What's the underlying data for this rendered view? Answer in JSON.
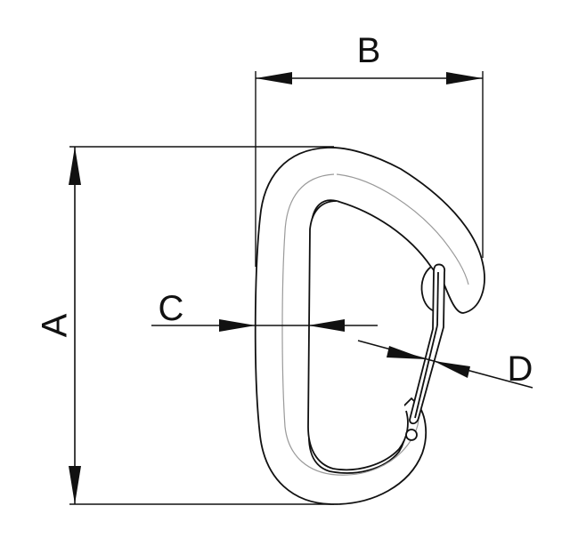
{
  "labels": {
    "a": "A",
    "b": "B",
    "c": "C",
    "d": "D"
  },
  "colors": {
    "line": "#111111",
    "inner_line": "#9a9a9a",
    "background": "#ffffff"
  }
}
